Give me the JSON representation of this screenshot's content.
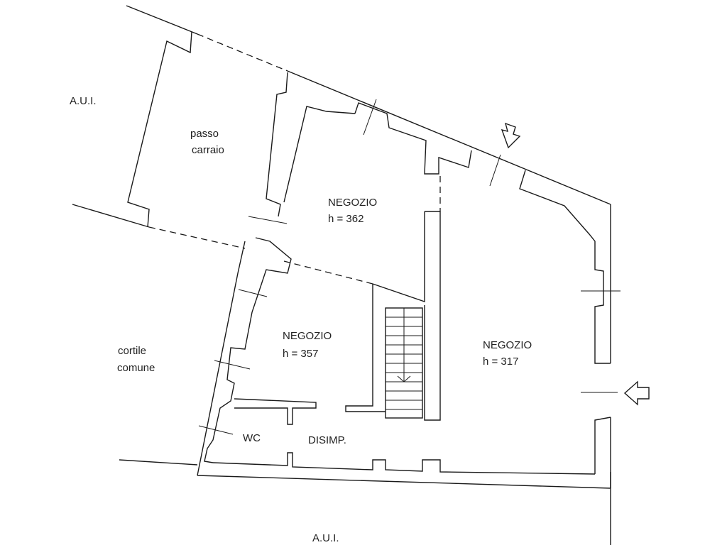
{
  "labels": {
    "aui_top": "A.U.I.",
    "aui_bottom": "A.U.I.",
    "passo_line1": "passo",
    "passo_line2": "carraio",
    "negozio_top_name": "NEGOZIO",
    "negozio_top_height": "h = 362",
    "negozio_left_name": "NEGOZIO",
    "negozio_left_height": "h = 357",
    "negozio_right_name": "NEGOZIO",
    "negozio_right_height": "h = 317",
    "cortile_line1": "cortile",
    "cortile_line2": "comune",
    "wc": "WC",
    "disimpegno": "DISIMP."
  },
  "icons": {
    "entrance_top": "down-arrow-icon",
    "entrance_right": "left-arrow-icon"
  },
  "colors": {
    "line": "#1a1a1a",
    "text": "#222222",
    "background": "#ffffff"
  }
}
